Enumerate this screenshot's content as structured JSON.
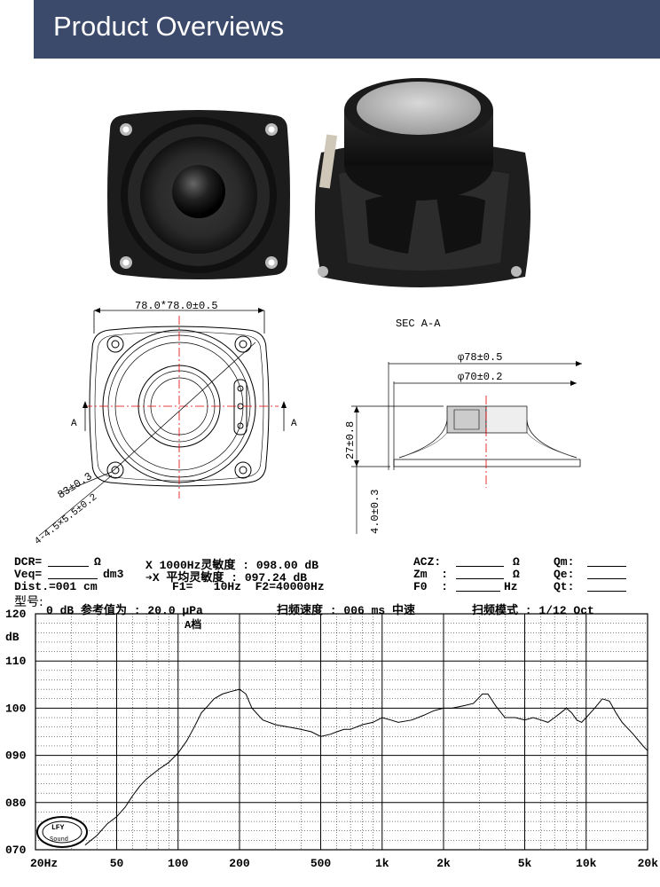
{
  "banner": {
    "title": "Product Overviews"
  },
  "drawing": {
    "front_dim": "78.0*78.0±0.5",
    "section_label": "SEC A-A",
    "outer_dia": "φ78±0.5",
    "inner_dia": "φ70±0.2",
    "height_dim": "27±0.8",
    "flange_dim": "4.0±0.3",
    "mount_dim": "83±0.3",
    "holes_dim": "4-4.5×5.5±0.2",
    "cut_left": "A",
    "cut_right": "A"
  },
  "params": {
    "dcr_label": "DCR=",
    "dcr_unit": "Ω",
    "veq_label": "Veq=",
    "veq_unit": "dm3",
    "dist": "Dist.=001 cm",
    "model": "型号:",
    "row1_mid": "X 1000Hz灵敏度 : 098.00 dB",
    "row2_mid": "➔X 平均灵敏度 : 097.24 dB",
    "row3_mid": "F1=   10Hz  F2=40000Hz",
    "acz": "ACZ:",
    "acz_unit": "Ω",
    "zm": "Zm  :",
    "zm_unit": "Ω",
    "f0": "F0  :",
    "f0_unit": "Hz",
    "qm": "Qm:",
    "qe": "Qe:",
    "qt": "Qt:"
  },
  "chart_header": {
    "ref": "0 dB 参考值为 : 20.0 μPa",
    "sweep": "扫频速度 : 006 ms 中速",
    "mode": "扫频模式 : 1/12 Oct",
    "weighting": "A档",
    "db_unit": "dB"
  },
  "logo": {
    "top": "LFY",
    "bottom": "Sound"
  },
  "chart_data": {
    "type": "line",
    "x_scale": "log",
    "xlim": [
      20,
      20000
    ],
    "ylim": [
      70,
      120
    ],
    "grid": true,
    "x_ticks": [
      20,
      50,
      100,
      200,
      500,
      1000,
      2000,
      5000,
      10000,
      20000
    ],
    "x_tick_labels": [
      "20Hz",
      "50",
      "100",
      "200",
      "500",
      "1k",
      "2k",
      "5k",
      "10k",
      "20k"
    ],
    "y_ticks": [
      70,
      80,
      90,
      100,
      110,
      120
    ],
    "y_tick_labels": [
      "070",
      "080",
      "090",
      "100",
      "110",
      "120"
    ],
    "ylabel": "dB",
    "series": [
      {
        "x": [
          35,
          40,
          45,
          50,
          55,
          60,
          65,
          70,
          80,
          90,
          100,
          110,
          120,
          130,
          140,
          150,
          165,
          180,
          200,
          215,
          230,
          260,
          300,
          350,
          400,
          450,
          500,
          560,
          600,
          650,
          700,
          800,
          900,
          1000,
          1100,
          1200,
          1400,
          1600,
          1800,
          2000,
          2200,
          2500,
          2800,
          3100,
          3300,
          3600,
          4000,
          4500,
          5000,
          5500,
          6000,
          6500,
          7000,
          7500,
          8000,
          8500,
          9000,
          9500,
          10000,
          11000,
          12000,
          13000,
          14000,
          15000,
          17000,
          19000,
          20000
        ],
        "y": [
          71,
          73,
          75.5,
          77,
          79,
          81.5,
          83.5,
          85,
          87,
          88.5,
          90.5,
          93,
          96,
          99,
          100.5,
          102,
          103,
          103.5,
          104,
          103,
          100,
          97.5,
          96.5,
          96,
          95.5,
          95,
          94,
          94.5,
          95,
          95.5,
          95.5,
          96.5,
          97,
          98,
          97.5,
          97,
          97.5,
          98.5,
          99.5,
          100,
          100,
          100.5,
          101,
          103,
          103,
          100.5,
          98,
          98,
          97.5,
          98,
          97.5,
          97,
          98,
          99,
          100,
          99,
          97.5,
          97,
          98,
          100,
          102,
          101.5,
          99,
          97,
          94.5,
          92,
          91
        ]
      }
    ]
  }
}
